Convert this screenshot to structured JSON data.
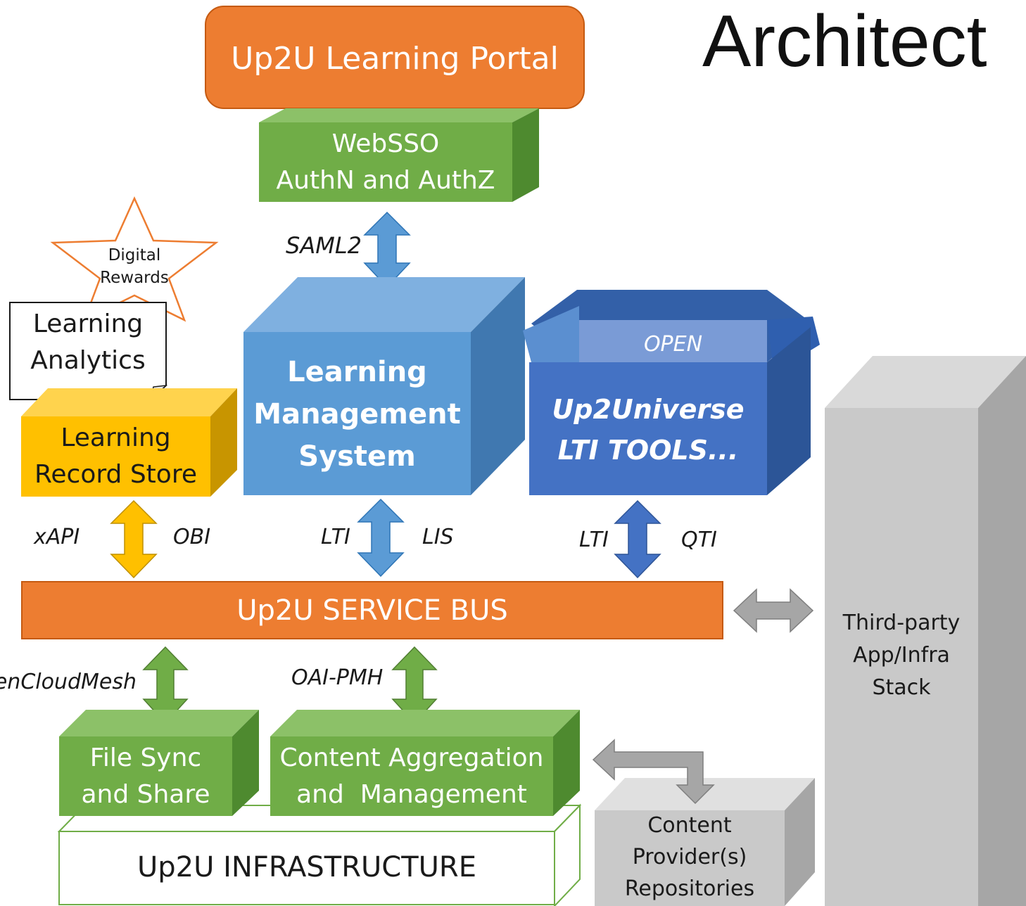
{
  "title": "Architect",
  "portal": {
    "label": "Up2U Learning Portal"
  },
  "websso": {
    "line1": "WebSSO",
    "line2": "AuthN and AuthZ"
  },
  "protocols": {
    "saml2": "SAML2",
    "xapi": "xAPI",
    "obi": "OBI",
    "lti_lms": "LTI",
    "lis": "LIS",
    "lti_tools": "LTI",
    "qti": "QTI",
    "opencloudmesh": "OpenCloudMesh",
    "oai_pmh": "OAI-PMH"
  },
  "digital_rewards": {
    "line1": "Digital",
    "line2": "Rewards"
  },
  "learning_analytics": {
    "line1": "Learning",
    "line2": "Analytics"
  },
  "lrs": {
    "line1": "Learning",
    "line2": "Record Store"
  },
  "lms": {
    "line1": "Learning",
    "line2": "Management",
    "line3": "System"
  },
  "tools": {
    "open": "OPEN",
    "line1": "Up2Universe",
    "line2": "LTI TOOLS..."
  },
  "service_bus": {
    "label": "Up2U SERVICE BUS"
  },
  "third_party": {
    "line1": "Third-party",
    "line2": "App/Infra",
    "line3": "Stack"
  },
  "fss": {
    "line1": "File Sync",
    "line2": "and Share"
  },
  "content_agg": {
    "line1": "Content Aggregation",
    "line2": "and  Management"
  },
  "infrastructure": {
    "label": "Up2U INFRASTRUCTURE"
  },
  "content_provider": {
    "line1": "Content",
    "line2": "Provider(s)",
    "line3": "Repositories"
  },
  "colors": {
    "orange": "#ED7D31",
    "green": "#70AD47",
    "blue_lms": "#5B9BD5",
    "blue_tools": "#4472C4",
    "gold": "#FFC000",
    "gray": "#BFBFBF"
  }
}
